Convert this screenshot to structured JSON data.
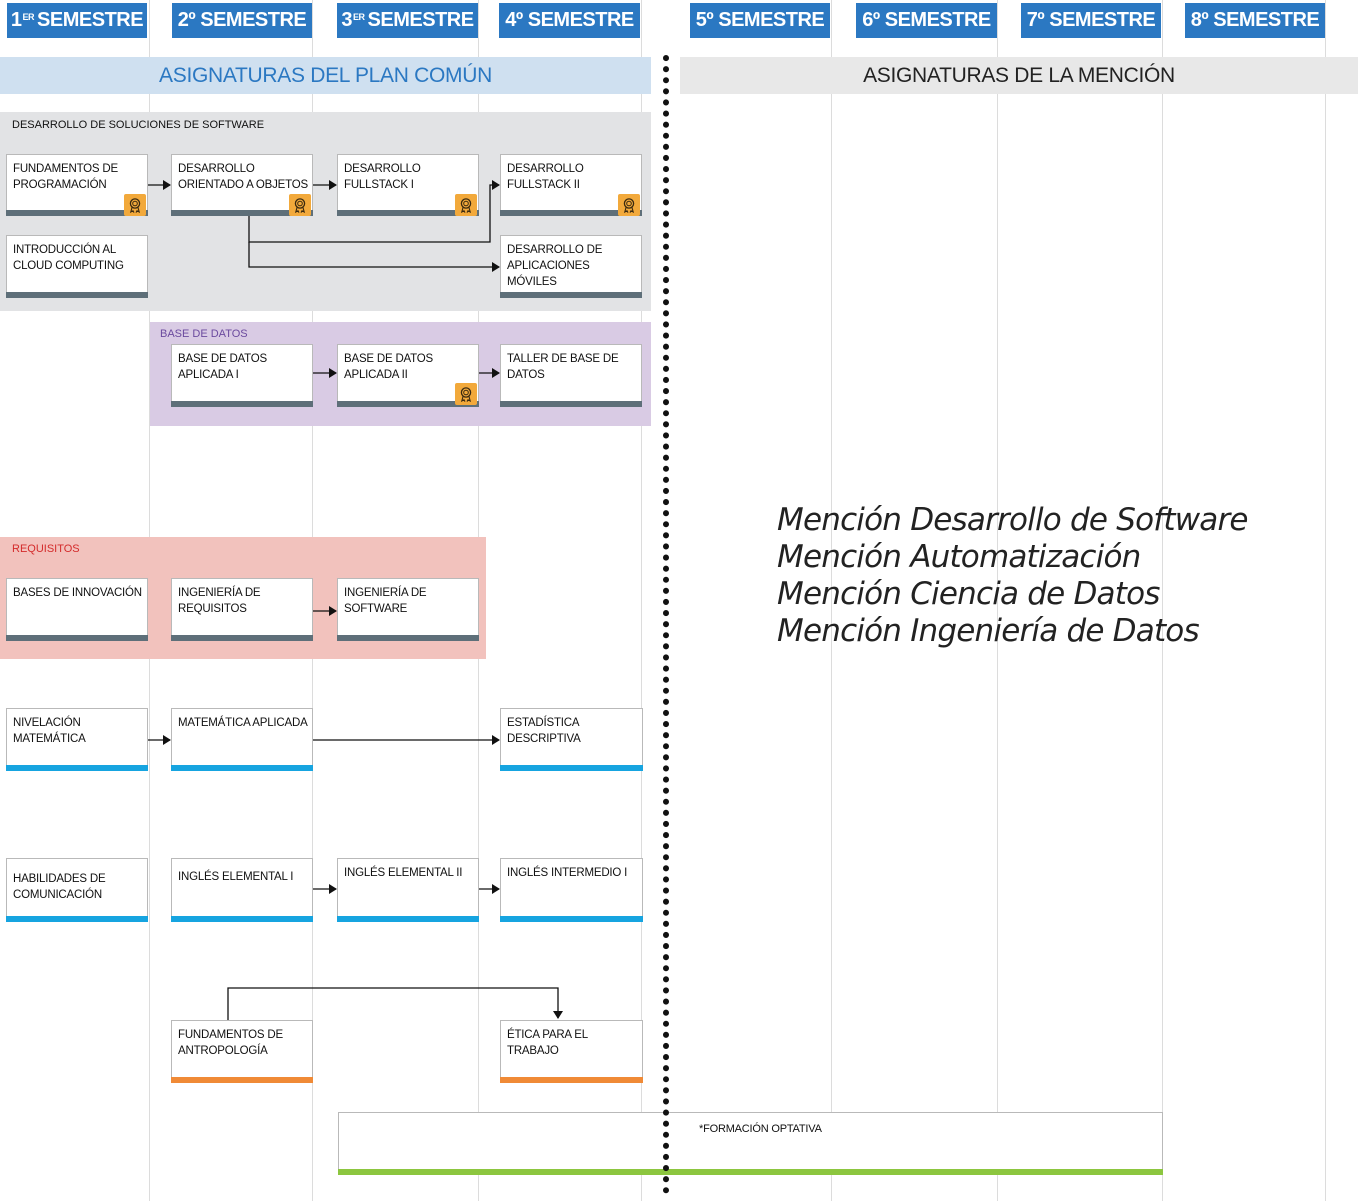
{
  "semesters": [
    {
      "num": "1",
      "sup": "ER",
      "label": "SEMESTRE"
    },
    {
      "num": "2º",
      "sup": "",
      "label": "SEMESTRE"
    },
    {
      "num": "3",
      "sup": "ER",
      "label": "SEMESTRE"
    },
    {
      "num": "4º",
      "sup": "",
      "label": "SEMESTRE"
    },
    {
      "num": "5º",
      "sup": "",
      "label": "SEMESTRE"
    },
    {
      "num": "6º",
      "sup": "",
      "label": "SEMESTRE"
    },
    {
      "num": "7º",
      "sup": "",
      "label": "SEMESTRE"
    },
    {
      "num": "8º",
      "sup": "",
      "label": "SEMESTRE"
    }
  ],
  "bands": {
    "common": "ASIGNATURAS DEL PLAN COMÚN",
    "mention": "ASIGNATURAS DE LA MENCIÓN"
  },
  "groups": {
    "software": "DESARROLLO DE SOLUCIONES DE SOFTWARE",
    "database": "BASE DE DATOS",
    "requirements": "REQUISITOS"
  },
  "courses": {
    "fundamentos_programacion": "FUNDAMENTOS DE PROGRAMACIÓN",
    "desarrollo_oo": "DESARROLLO ORIENTADO A OBJETOS",
    "fullstack_1": "DESARROLLO FULLSTACK I",
    "fullstack_2": "DESARROLLO FULLSTACK II",
    "cloud": "INTRODUCCIÓN AL CLOUD COMPUTING",
    "moviles": "DESARROLLO DE APLICACIONES MÓVILES",
    "bd_1": "BASE DE DATOS APLICADA I",
    "bd_2": "BASE DE DATOS APLICADA II",
    "taller_bd": "TALLER DE BASE DE DATOS",
    "innovacion": "BASES DE INNOVACIÓN",
    "ing_requisitos": "INGENIERÍA DE REQUISITOS",
    "ing_software": "INGENIERÍA DE SOFTWARE",
    "nivelacion_mat": "NIVELACIÓN MATEMÁTICA",
    "mat_aplicada": "MATEMÁTICA APLICADA",
    "estadistica": "ESTADÍSTICA DESCRIPTIVA",
    "habilidades": "HABILIDADES DE COMUNICACIÓN",
    "ingles_el_1": "INGLÉS ELEMENTAL I",
    "ingles_el_2": "INGLÉS ELEMENTAL II",
    "ingles_int_1": "INGLÉS INTERMEDIO I",
    "antropologia": "FUNDAMENTOS DE ANTROPOLOGÍA",
    "etica": "ÉTICA PARA EL TRABAJO",
    "optativa": "*FORMACIÓN OPTATIVA"
  },
  "mentions": [
    "Mención Desarrollo de Software",
    "Mención Automatización",
    "Mención Ciencia de Datos",
    "Mención Ingeniería de Datos"
  ],
  "colors": {
    "semester_header": "#2b78c2",
    "common_band": "#cfe0f0",
    "common_band_text": "#2b78c2",
    "mention_band": "#e8e8e8",
    "software_group": "#e2e3e5",
    "database_group": "#d9cbe4",
    "database_label": "#6b4a9e",
    "requirements_group": "#f2c2bd",
    "requirements_label": "#d42b2b",
    "bar_gray": "#5e6f79",
    "bar_blue": "#16a4e0",
    "bar_orange": "#f08a36",
    "bar_green": "#8cc63f",
    "badge": "#f2a93b"
  }
}
